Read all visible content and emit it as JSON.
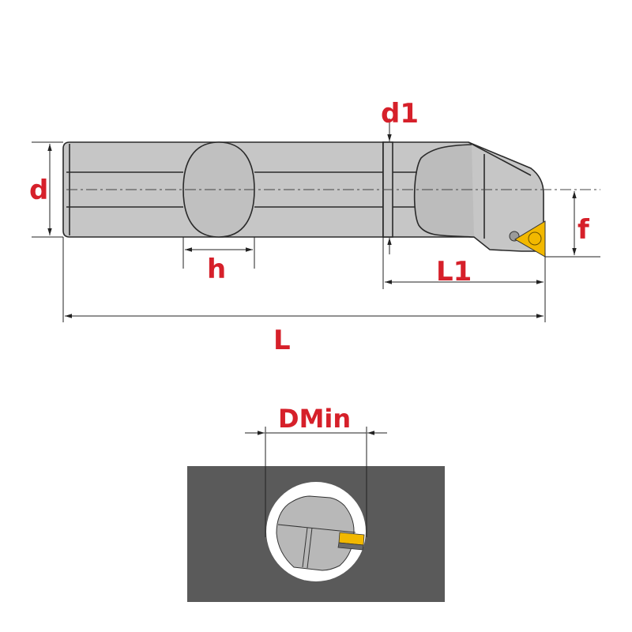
{
  "diagram": {
    "labels": {
      "d": "d",
      "d1": "d1",
      "h": "h",
      "L1": "L1",
      "L": "L",
      "f": "f",
      "dmin": "DMin"
    },
    "colors": {
      "label": "#d6202a",
      "tool_body": "#c6c6c6",
      "insert": "#f2b800",
      "workpiece": "#5a5a5a"
    }
  }
}
